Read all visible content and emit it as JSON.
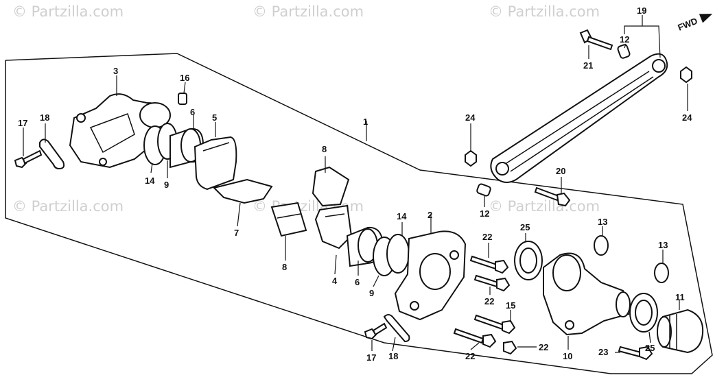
{
  "watermarks": [
    "© Partzilla.com",
    "© Partzilla.com",
    "© Partzilla.com",
    "© Partzilla.com",
    "© Partzilla.com",
    "© Partzilla.com"
  ],
  "fwd_label": "FWD",
  "callouts": {
    "c1": "1",
    "c2": "2",
    "c3": "3",
    "c4": "4",
    "c5": "5",
    "c6a": "6",
    "c6b": "6",
    "c7": "7",
    "c8a": "8",
    "c8b": "8",
    "c9a": "9",
    "c9b": "9",
    "c10": "10",
    "c11": "11",
    "c12a": "12",
    "c12b": "12",
    "c13a": "13",
    "c13b": "13",
    "c14a": "14",
    "c14b": "14",
    "c15": "15",
    "c16": "16",
    "c17a": "17",
    "c17b": "17",
    "c18a": "18",
    "c18b": "18",
    "c19": "19",
    "c20": "20",
    "c21": "21",
    "c22a": "22",
    "c22b": "22",
    "c22c": "22",
    "c22d": "22",
    "c23": "23",
    "c24a": "24",
    "c24b": "24",
    "c25a": "25",
    "c25b": "25"
  }
}
